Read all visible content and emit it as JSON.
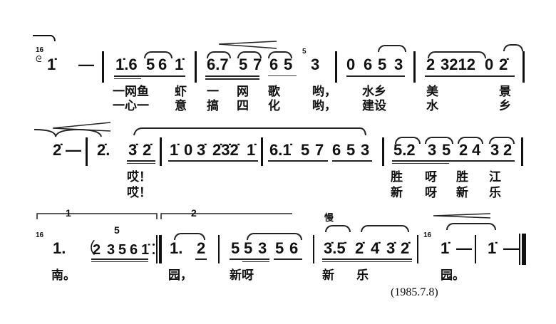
{
  "score": {
    "system1": {
      "notes": [
        "1̇",
        "—",
        "1̇.6",
        "5",
        "6",
        "1̇",
        "6.7",
        "5",
        "7",
        "6",
        "5",
        "3",
        "0",
        "6",
        "5",
        "3",
        "2",
        "3212",
        "0",
        "2̇"
      ],
      "grace_notes": [
        "16",
        "5"
      ],
      "lyrics_verse1": [
        "一网鱼",
        "虾",
        "一",
        "网",
        "歌",
        "哟，",
        "水乡",
        "美",
        "景"
      ],
      "lyrics_verse2": [
        "一心一",
        "意",
        "搞",
        "四",
        "化",
        "哟，",
        "建设",
        "水",
        "乡"
      ]
    },
    "system2": {
      "notes": [
        "2̇",
        "—",
        "2̇.",
        "3̇",
        "2̇",
        "1̇",
        "0",
        "3̇",
        "2̇3̇2̇",
        "1̇",
        "6.1̇",
        "5",
        "7",
        "6",
        "5",
        "3",
        "5.2",
        "3",
        "5",
        "2",
        "4",
        "3",
        "2"
      ],
      "lyrics_verse1": [
        "哎！",
        "胜",
        "呀",
        "胜",
        "江"
      ],
      "lyrics_verse2": [
        "哎！",
        "新",
        "呀",
        "新",
        "乐"
      ]
    },
    "system3": {
      "volta1_label": "1",
      "volta2_label": "2",
      "tuplet_label": "5",
      "tempo_mark": "慢",
      "grace_notes": [
        "16",
        "16"
      ],
      "notes": [
        "1.",
        "（",
        "2",
        "3",
        "5",
        "6",
        "1̇",
        "1.",
        "2",
        "5",
        "5",
        "3",
        "5",
        "6",
        "3̇.5̇",
        "2̇",
        "4̇",
        "3̇",
        "2̇",
        "1̇",
        "—",
        "1̇",
        "—"
      ],
      "lyrics": [
        "南。",
        "园，",
        "新呀",
        "新",
        "乐",
        "园。"
      ]
    },
    "date": "(1985.7.8)"
  }
}
